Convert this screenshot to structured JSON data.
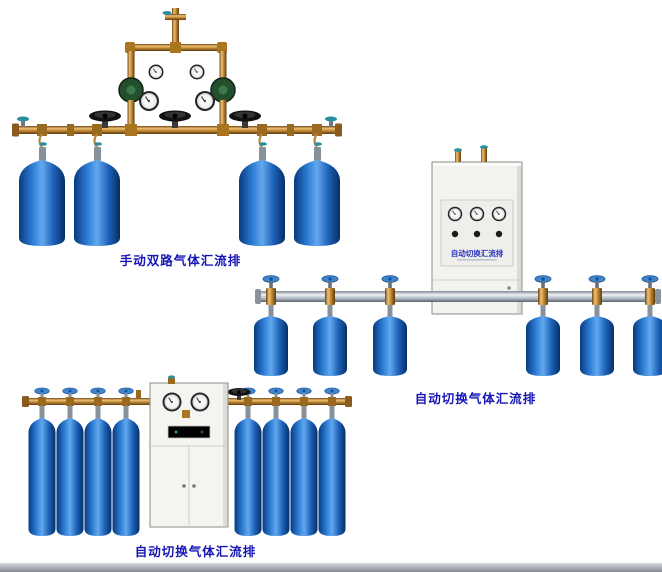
{
  "page": {
    "background": "#ffffff"
  },
  "products": [
    {
      "caption": "手动双路气体汇流排"
    },
    {
      "caption": "自动切换气体汇流排",
      "cabinet_label": "自动切换汇流排"
    },
    {
      "caption": "自动切换气体汇流排"
    }
  ],
  "colors": {
    "caption_text": "#1515b5",
    "brass": "#c8913a",
    "cylinder_blue": "#1d62b8",
    "steel_tube": "#aab4be",
    "cabinet_body": "#f2f2ee",
    "regulator_green": "#234f2c",
    "valve_teal": "#2a8f9e",
    "handwheel_black": "#141414",
    "cylinder_wheel_blue": "#3f86d2",
    "cabinet_label_blue": "#2a35c0"
  }
}
